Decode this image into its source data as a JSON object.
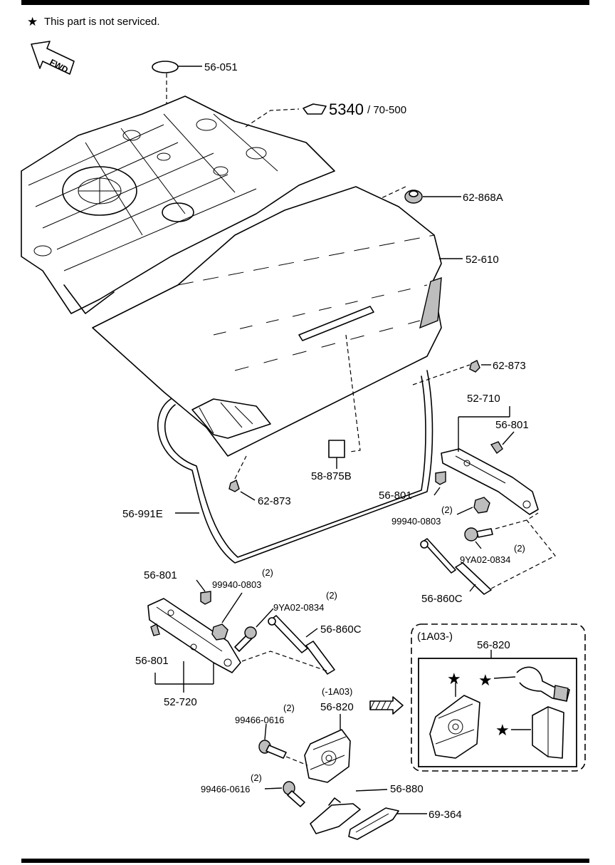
{
  "note": {
    "star": "★",
    "text": "This part is not serviced."
  },
  "fwd_label": "FWD",
  "callouts": {
    "c56_051": "56-051",
    "c5340": "5340",
    "c70_500": "/ 70-500",
    "c62_868a": "62-868A",
    "c52_610": "52-610",
    "c62_873_right": "62-873",
    "c52_710": "52-710",
    "c56_801_r1": "56-801",
    "c56_801_r2": "56-801",
    "c58_875b": "58-875B",
    "c62_873_left": "62-873",
    "c56_991e": "56-991E",
    "q_99940_r": "(2)",
    "c99940_r": "99940-0803",
    "q_9ya02_r": "(2)",
    "c9ya02_r": "9YA02-0834",
    "c56_860c_r": "56-860C",
    "c56_801_l1": "56-801",
    "q_99940_l": "(2)",
    "c99940_l": "99940-0803",
    "q_9ya02_l": "(2)",
    "c9ya02_l": "9YA02-0834",
    "c56_860c_l": "56-860C",
    "c56_801_l2": "56-801",
    "c52_720": "52-720",
    "c1a03_pre": "(-1A03)",
    "c56_820": "56-820",
    "q_99466_1": "(2)",
    "c99466_1": "99466-0616",
    "q_99466_2": "(2)",
    "c99466_2": "99466-0616",
    "c56_880": "56-880",
    "c69_364": "69-364"
  },
  "inset": {
    "title": "(1A03-)",
    "part": "56-820",
    "star": "★"
  }
}
